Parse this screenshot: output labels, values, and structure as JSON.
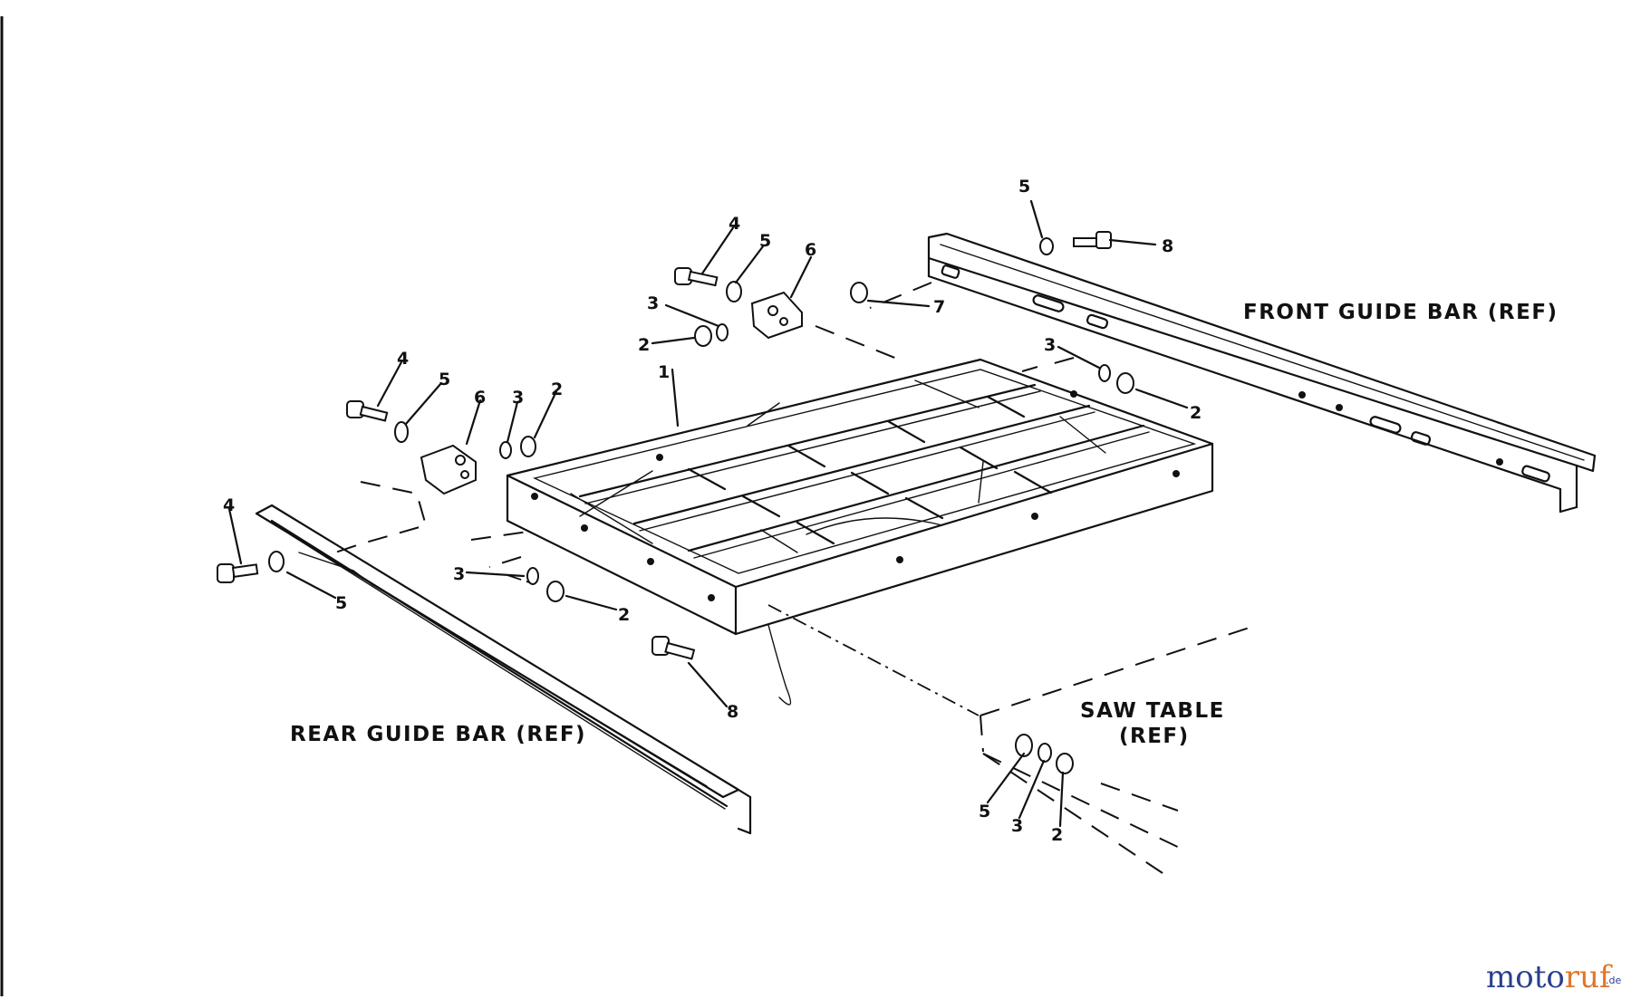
{
  "labels": {
    "front_guide_bar": "FRONT GUIDE BAR (REF)",
    "rear_guide_bar": "REAR GUIDE BAR (REF)",
    "saw_table_line1": "SAW TABLE",
    "saw_table_line2": "(REF)"
  },
  "callouts": {
    "frame": "1",
    "nut": "2",
    "lock_washer": "3",
    "bolt": "4",
    "flat_washer": "5",
    "bracket": "6",
    "fitting": "7",
    "screw": "8"
  },
  "watermark": {
    "brand_a": "moto",
    "brand_b": "ruf",
    "tld": ".de"
  },
  "colors": {
    "ink": "#111111",
    "watermark_blue": "#2a3f8f",
    "watermark_orange": "#e0762b"
  }
}
